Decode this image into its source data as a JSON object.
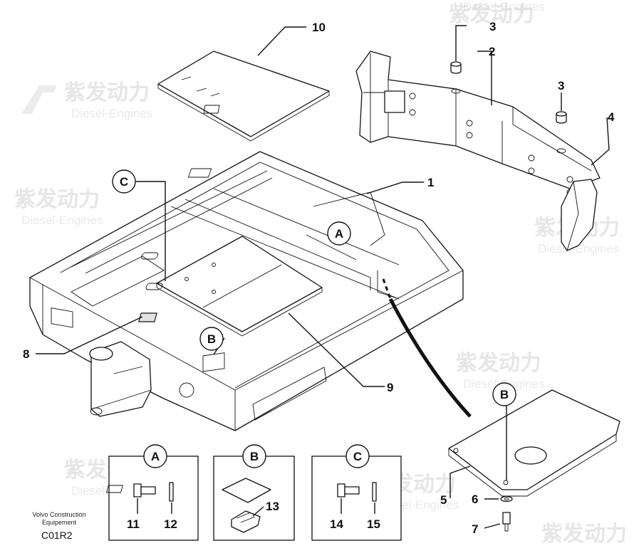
{
  "title": "",
  "publisher": {
    "line1": "Volvo Construction",
    "line2": "Equipement",
    "code": "C01R2"
  },
  "watermark": {
    "brand": "紫发动力",
    "sub": "Diesel-Engines"
  },
  "callouts": {
    "p1": "1",
    "p2": "2",
    "p3a": "3",
    "p3b": "3",
    "p4": "4",
    "p5": "5",
    "p6": "6",
    "p7": "7",
    "p8": "8",
    "p9": "9",
    "p10": "10",
    "p11": "11",
    "p12": "12",
    "p13": "13",
    "p14": "14",
    "p15": "15"
  },
  "markers": {
    "A": "A",
    "B": "B",
    "C": "C"
  },
  "detail_boxes": [
    {
      "marker": "A",
      "left": "11",
      "right": "12"
    },
    {
      "marker": "B",
      "item": "13"
    },
    {
      "marker": "C",
      "left": "14",
      "right": "15"
    }
  ]
}
